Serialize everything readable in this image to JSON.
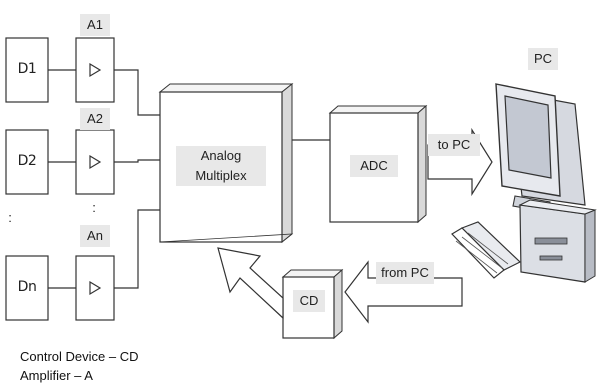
{
  "detectors": [
    {
      "label": "D1"
    },
    {
      "label": "D2"
    },
    {
      "label": "Dn"
    }
  ],
  "amplifiers": [
    {
      "label": "A1"
    },
    {
      "label": "A2"
    },
    {
      "label": "An"
    }
  ],
  "ellipsis": ":",
  "multiplexer": {
    "line1": "Analog",
    "line2": "Multiplex"
  },
  "adc": {
    "label": "ADC"
  },
  "control_device": {
    "label": "CD"
  },
  "pc": {
    "label": "PC"
  },
  "arrows": {
    "to_pc": "to PC",
    "from_pc": "from PC"
  },
  "legend": {
    "line1": "Control Device – CD",
    "line2": "Amplifier – A"
  }
}
